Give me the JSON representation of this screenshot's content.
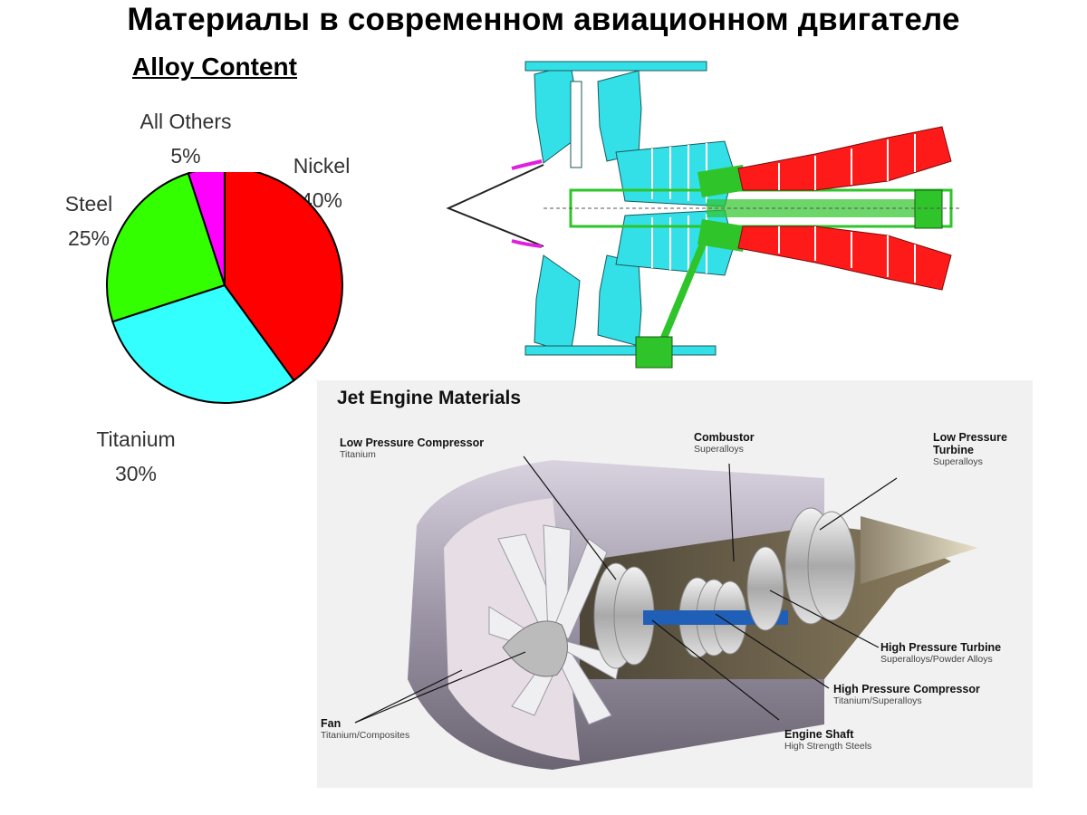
{
  "slide": {
    "title": "Материалы в современном авиационном двигателе"
  },
  "alloy_chart": {
    "title": "Alloy  Content",
    "colors": {
      "nickel": "#ff0000",
      "titanium": "#33ffff",
      "steel": "#33ff00",
      "others": "#ff00ff"
    }
  },
  "chart_data": {
    "type": "pie",
    "title": "Alloy  Content",
    "categories": [
      "Nickel",
      "Titanium",
      "Steel",
      "All Others"
    ],
    "values": [
      40,
      30,
      25,
      5
    ],
    "labels": [
      "40%",
      "30%",
      "25%",
      "5%"
    ]
  },
  "section_view": {
    "colors": {
      "fan": "#33e0e8",
      "core": "#2ec42a",
      "hot": "#ff1a1a",
      "inlet": "#e020e0"
    }
  },
  "jet_panel": {
    "title": "Jet Engine Materials",
    "callouts": [
      {
        "name": "Low Pressure Compressor",
        "material": "Titanium"
      },
      {
        "name": "Combustor",
        "material": "Superalloys"
      },
      {
        "name": "Low Pressure",
        "name2": "Turbine",
        "material": "Superalloys"
      },
      {
        "name": "High Pressure Turbine",
        "material": "Superalloys/Powder Alloys"
      },
      {
        "name": "High Pressure Compressor",
        "material": "Titanium/Superalloys"
      },
      {
        "name": "Engine Shaft",
        "material": "High Strength Steels"
      },
      {
        "name": "Fan",
        "material": "Titanium/Composites"
      }
    ]
  }
}
